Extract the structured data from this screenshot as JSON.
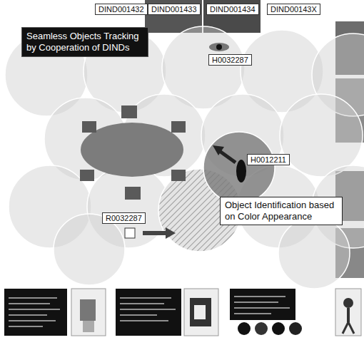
{
  "diagram": {
    "nodes": [
      {
        "text": [
          "DIND001432"
        ]
      },
      {
        "text": [
          "DIND001433"
        ]
      },
      {
        "text": [
          "DIND001434"
        ]
      },
      {
        "text": [
          "DIND00143X"
        ]
      },
      {
        "text": [
          "Seamless Objects Tracking by Cooperation of DINDs"
        ]
      },
      {
        "text": [
          "H0032287"
        ]
      },
      {
        "text": [
          "H0012211"
        ]
      },
      {
        "text": [
          "R0032287"
        ]
      },
      {
        "text": [
          "Object Identification based on Color Appearance"
        ]
      }
    ]
  }
}
